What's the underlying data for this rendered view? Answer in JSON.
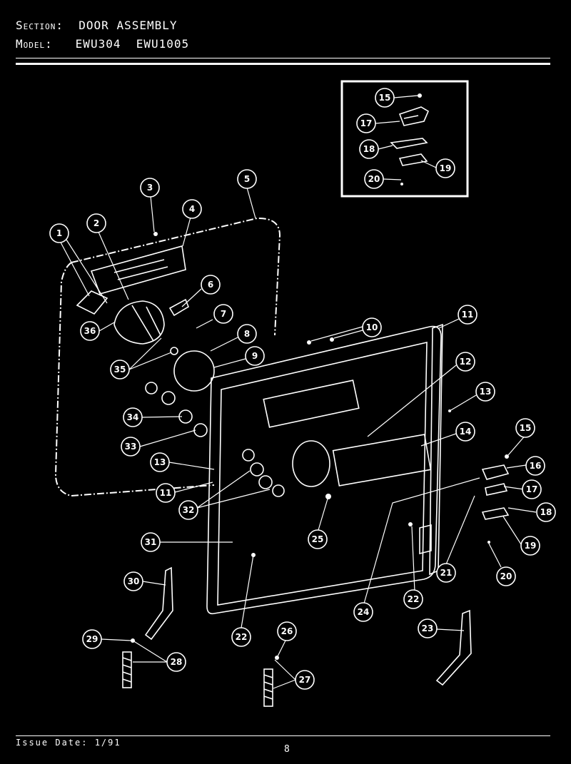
{
  "header": {
    "section_label": "Section:",
    "section_value": "DOOR ASSEMBLY",
    "model_label": "Model:",
    "model_value": "EWU304  EWU1005"
  },
  "footer": {
    "issue_date": "Issue Date: 1/91",
    "page_number": "8"
  },
  "callouts": [
    "1",
    "2",
    "3",
    "4",
    "5",
    "6",
    "7",
    "8",
    "9",
    "10",
    "11",
    "12",
    "13",
    "13",
    "14",
    "15",
    "15",
    "16",
    "17",
    "17",
    "18",
    "18",
    "19",
    "19",
    "20",
    "20",
    "21",
    "22",
    "22",
    "23",
    "24",
    "25",
    "26",
    "27",
    "28",
    "29",
    "30",
    "31",
    "32",
    "33",
    "34",
    "35",
    "36"
  ]
}
